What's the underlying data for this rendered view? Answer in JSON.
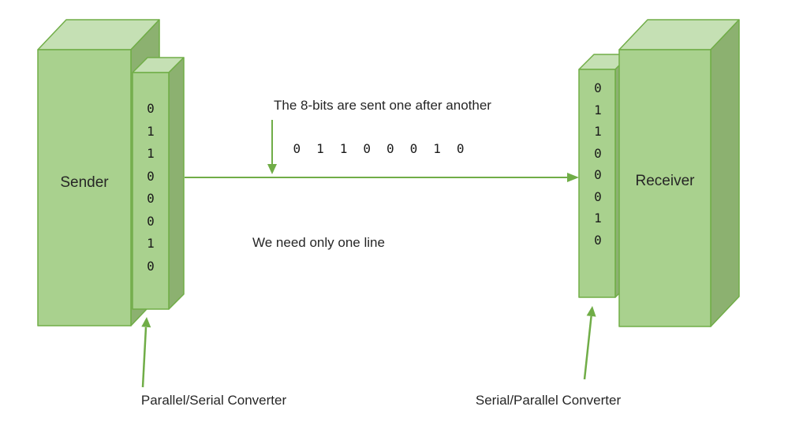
{
  "colors": {
    "face_front": "#a9d18e",
    "face_top": "#c5e0b4",
    "face_side": "#8cb170",
    "stroke": "#70ad47",
    "arrow": "#70ad47",
    "text_dark": "#262626",
    "bits_color": "#1a1a1a"
  },
  "sender": {
    "label": "Sender",
    "bits": [
      "0",
      "1",
      "1",
      "0",
      "0",
      "0",
      "1",
      "0"
    ]
  },
  "receiver": {
    "label": "Receiver",
    "bits": [
      "0",
      "1",
      "1",
      "0",
      "0",
      "0",
      "1",
      "0"
    ]
  },
  "annotations": {
    "serial_note": "The 8-bits are sent one after another",
    "serial_bits": [
      "0",
      "1",
      "1",
      "0",
      "0",
      "0",
      "1",
      "0"
    ],
    "line_note": "We need only one line",
    "sender_converter_label": "Parallel/Serial Converter",
    "receiver_converter_label": "Serial/Parallel Converter"
  }
}
